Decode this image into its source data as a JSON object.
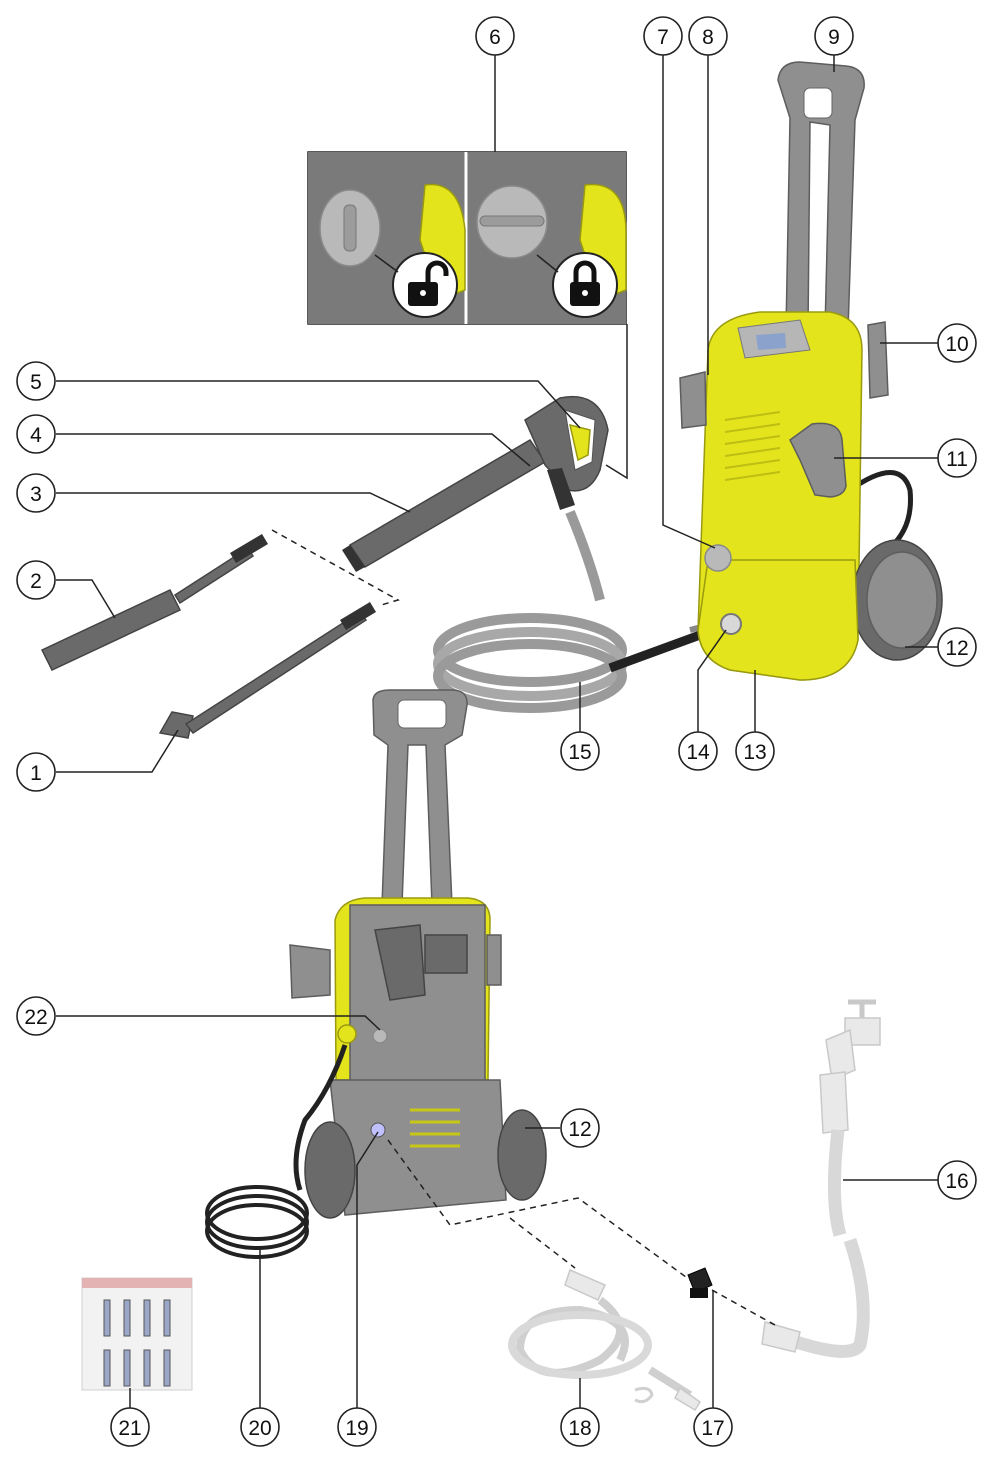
{
  "callouts": [
    {
      "id": "1",
      "label": "1"
    },
    {
      "id": "2",
      "label": "2"
    },
    {
      "id": "3",
      "label": "3"
    },
    {
      "id": "4",
      "label": "4"
    },
    {
      "id": "5",
      "label": "5"
    },
    {
      "id": "6",
      "label": "6"
    },
    {
      "id": "7",
      "label": "7"
    },
    {
      "id": "8",
      "label": "8"
    },
    {
      "id": "9",
      "label": "9"
    },
    {
      "id": "10",
      "label": "10"
    },
    {
      "id": "11",
      "label": "11"
    },
    {
      "id": "12a",
      "label": "12"
    },
    {
      "id": "13",
      "label": "13"
    },
    {
      "id": "14",
      "label": "14"
    },
    {
      "id": "15",
      "label": "15"
    },
    {
      "id": "16",
      "label": "16"
    },
    {
      "id": "17",
      "label": "17"
    },
    {
      "id": "18",
      "label": "18"
    },
    {
      "id": "19",
      "label": "19"
    },
    {
      "id": "20",
      "label": "20"
    },
    {
      "id": "21",
      "label": "21"
    },
    {
      "id": "22",
      "label": "22"
    },
    {
      "id": "12b",
      "label": "12"
    }
  ],
  "colors": {
    "machine_body": "#e3e41c",
    "plastic_grey": "#8f8f8f",
    "dark_grey": "#6a6a6a",
    "optional_accessory": "#e9e9e9"
  },
  "icons": [
    "unlocked-padlock-icon",
    "locked-padlock-icon"
  ]
}
